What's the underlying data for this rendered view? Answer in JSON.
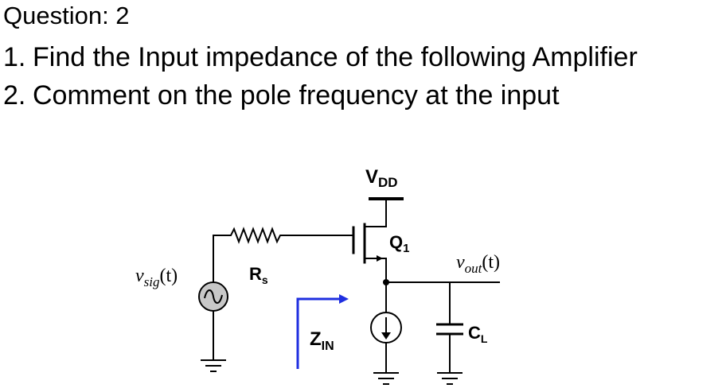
{
  "header": {
    "title": "Question: 2",
    "items": [
      {
        "number": "1.",
        "text": "Find the Input impedance of the following Amplifier"
      },
      {
        "number": "2.",
        "text": "Comment on the pole frequency at the input"
      }
    ]
  },
  "circuit": {
    "vdd": {
      "main": "V",
      "sub": "DD"
    },
    "transistor": {
      "main": "Q",
      "sub": "1"
    },
    "source": {
      "main": "v",
      "sub": "sig",
      "arg": "(t)"
    },
    "resistor": {
      "main": "R",
      "sub": "s"
    },
    "output": {
      "main": "v",
      "sub": "out",
      "arg": "(t)"
    },
    "impedance": {
      "main": "Z",
      "sub": "IN"
    },
    "capacitor": {
      "main": "C",
      "sub": "L"
    },
    "colors": {
      "wire": "#000000",
      "source_fill": "#c8c8c8",
      "zin_arrow": "#1f2fe0"
    }
  }
}
